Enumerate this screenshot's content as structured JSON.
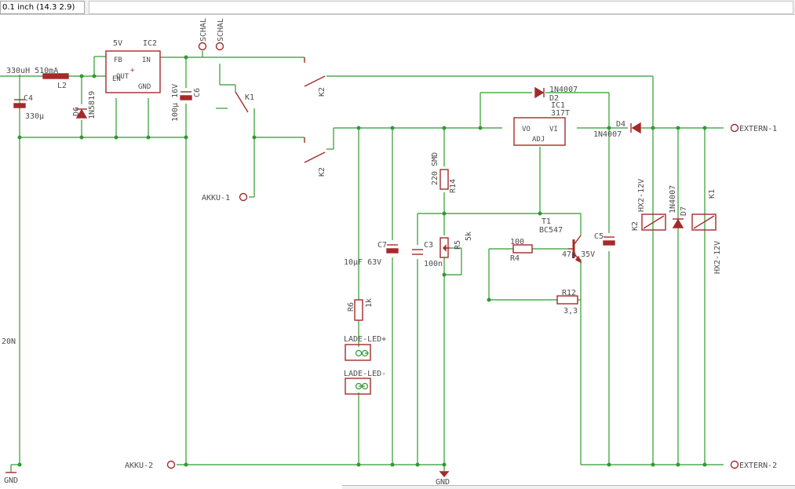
{
  "toolbar": {
    "coordinate_readout": "0.1 inch (14.3 2.9)"
  },
  "schematic": {
    "colors": {
      "wire": "#2e9b2e",
      "part": "#a52a2a",
      "text": "#4d4d4d",
      "background": "#ffffff"
    },
    "labels": {
      "l2_value": "330uH 510mA",
      "l2_name": "L2",
      "c4_name": "C4",
      "c4_value": "330µ",
      "d6_name": "D6",
      "d6_value": "1N5819",
      "ic2_supply": "5V",
      "ic2_name": "IC2",
      "ic2_fb": "FB",
      "ic2_in": "IN",
      "ic2_en": "EN",
      "ic2_out": "OUT",
      "ic2_gnd": "GND",
      "c6_name": "C6",
      "c6_value": "100µ 16V",
      "schal_1": "SCHAL",
      "schal_2": "SCHAL",
      "k1_switch": "K1",
      "k2_upper": "K2",
      "k2_lower": "K2",
      "akku_plus": "AKKU-1",
      "akku_minus": "AKKU-2",
      "d2_value": "1N4007",
      "d2_name": "D2",
      "ic1_name": "IC1",
      "ic1_type": "317T",
      "ic1_vo": "VO",
      "ic1_vi": "VI",
      "ic1_adj": "ADJ",
      "d4_name": "D4",
      "d4_value": "1N4007",
      "extern_plus": "EXTERN-1",
      "extern_minus": "EXTERN-2",
      "r14_value": "220 SMD",
      "r14_name": "R14",
      "t1_name": "T1",
      "t1_type": "BC547",
      "c7_name": "C7",
      "c7_value": "10µF 63V",
      "c3_name": "C3",
      "c3_value": "100n",
      "r5_name": "R5",
      "r5_value": "5k",
      "r4_value": "100",
      "r4_name": "R4",
      "c5_name": "C5",
      "c5_value": "47µ 35V",
      "k2_relay": "K2",
      "k2_relay_type": "HX2-12V",
      "d7_value": "1N4007",
      "d7_name": "D7",
      "k1_relay": "K1",
      "k1_relay_type": "HX2-12V",
      "r6_name": "R6",
      "r6_value": "1k",
      "r12_name": "R12",
      "r12_value": "3,3",
      "lade_led_plus": "LADE-LED+",
      "lade_led_minus": "LADE-LED-",
      "gnd_left": "GND",
      "gnd_center": "GND",
      "fragment_20n": "20N"
    }
  }
}
